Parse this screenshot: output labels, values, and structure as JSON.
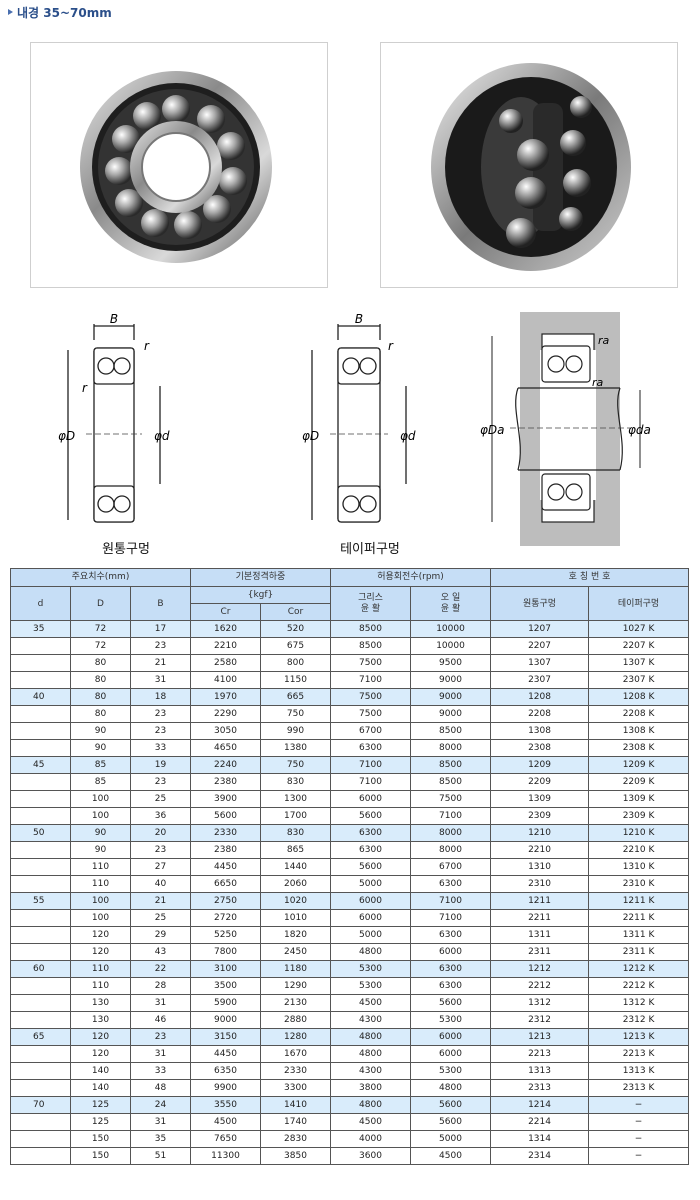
{
  "header": {
    "title": "내경 35~70mm"
  },
  "captions": {
    "left": "원통구멍",
    "middle": "테이퍼구멍"
  },
  "drawing_labels": {
    "B": "B",
    "r": "r",
    "phiD": "φD",
    "phid": "φd",
    "ra": "ra",
    "phiDa": "φDa",
    "phida": "φda"
  },
  "table": {
    "group_headers": {
      "main_dims": "주요치수(mm)",
      "basic_load": "기본정격하중",
      "basic_load_unit": "{kgf}",
      "speed": "허용회전수(rpm)",
      "designation": "호 칭 번 호"
    },
    "sub_headers": {
      "d": "d",
      "D": "D",
      "B": "B",
      "Cr": "Cr",
      "Cor": "Cor",
      "grease_line1": "그리스",
      "grease_line2": "윤 활",
      "oil_line1": "오 일",
      "oil_line2": "윤 활",
      "cyl": "원통구멍",
      "taper": "테이퍼구멍"
    },
    "rows": [
      [
        "35",
        "72",
        "17",
        "1620",
        "520",
        "8500",
        "10000",
        "1207",
        "1027 K"
      ],
      [
        "",
        "72",
        "23",
        "2210",
        "675",
        "8500",
        "10000",
        "2207",
        "2207 K"
      ],
      [
        "",
        "80",
        "21",
        "2580",
        "800",
        "7500",
        "9500",
        "1307",
        "1307 K"
      ],
      [
        "",
        "80",
        "31",
        "4100",
        "1150",
        "7100",
        "9000",
        "2307",
        "2307 K"
      ],
      [
        "40",
        "80",
        "18",
        "1970",
        "665",
        "7500",
        "9000",
        "1208",
        "1208 K"
      ],
      [
        "",
        "80",
        "23",
        "2290",
        "750",
        "7500",
        "9000",
        "2208",
        "2208 K"
      ],
      [
        "",
        "90",
        "23",
        "3050",
        "990",
        "6700",
        "8500",
        "1308",
        "1308 K"
      ],
      [
        "",
        "90",
        "33",
        "4650",
        "1380",
        "6300",
        "8000",
        "2308",
        "2308 K"
      ],
      [
        "45",
        "85",
        "19",
        "2240",
        "750",
        "7100",
        "8500",
        "1209",
        "1209 K"
      ],
      [
        "",
        "85",
        "23",
        "2380",
        "830",
        "7100",
        "8500",
        "2209",
        "2209 K"
      ],
      [
        "",
        "100",
        "25",
        "3900",
        "1300",
        "6000",
        "7500",
        "1309",
        "1309 K"
      ],
      [
        "",
        "100",
        "36",
        "5600",
        "1700",
        "5600",
        "7100",
        "2309",
        "2309 K"
      ],
      [
        "50",
        "90",
        "20",
        "2330",
        "830",
        "6300",
        "8000",
        "1210",
        "1210 K"
      ],
      [
        "",
        "90",
        "23",
        "2380",
        "865",
        "6300",
        "8000",
        "2210",
        "2210 K"
      ],
      [
        "",
        "110",
        "27",
        "4450",
        "1440",
        "5600",
        "6700",
        "1310",
        "1310 K"
      ],
      [
        "",
        "110",
        "40",
        "6650",
        "2060",
        "5000",
        "6300",
        "2310",
        "2310 K"
      ],
      [
        "55",
        "100",
        "21",
        "2750",
        "1020",
        "6000",
        "7100",
        "1211",
        "1211 K"
      ],
      [
        "",
        "100",
        "25",
        "2720",
        "1010",
        "6000",
        "7100",
        "2211",
        "2211 K"
      ],
      [
        "",
        "120",
        "29",
        "5250",
        "1820",
        "5000",
        "6300",
        "1311",
        "1311 K"
      ],
      [
        "",
        "120",
        "43",
        "7800",
        "2450",
        "4800",
        "6000",
        "2311",
        "2311 K"
      ],
      [
        "60",
        "110",
        "22",
        "3100",
        "1180",
        "5300",
        "6300",
        "1212",
        "1212 K"
      ],
      [
        "",
        "110",
        "28",
        "3500",
        "1290",
        "5300",
        "6300",
        "2212",
        "2212 K"
      ],
      [
        "",
        "130",
        "31",
        "5900",
        "2130",
        "4500",
        "5600",
        "1312",
        "1312 K"
      ],
      [
        "",
        "130",
        "46",
        "9000",
        "2880",
        "4300",
        "5300",
        "2312",
        "2312 K"
      ],
      [
        "65",
        "120",
        "23",
        "3150",
        "1280",
        "4800",
        "6000",
        "1213",
        "1213 K"
      ],
      [
        "",
        "120",
        "31",
        "4450",
        "1670",
        "4800",
        "6000",
        "2213",
        "2213 K"
      ],
      [
        "",
        "140",
        "33",
        "6350",
        "2330",
        "4300",
        "5300",
        "1313",
        "1313 K"
      ],
      [
        "",
        "140",
        "48",
        "9900",
        "3300",
        "3800",
        "4800",
        "2313",
        "2313 K"
      ],
      [
        "70",
        "125",
        "24",
        "3550",
        "1410",
        "4800",
        "5600",
        "1214",
        "−"
      ],
      [
        "",
        "125",
        "31",
        "4500",
        "1740",
        "4500",
        "5600",
        "2214",
        "−"
      ],
      [
        "",
        "150",
        "35",
        "7650",
        "2830",
        "4000",
        "5000",
        "1314",
        "−"
      ],
      [
        "",
        "150",
        "51",
        "11300",
        "3850",
        "3600",
        "4500",
        "2314",
        "−"
      ]
    ]
  }
}
